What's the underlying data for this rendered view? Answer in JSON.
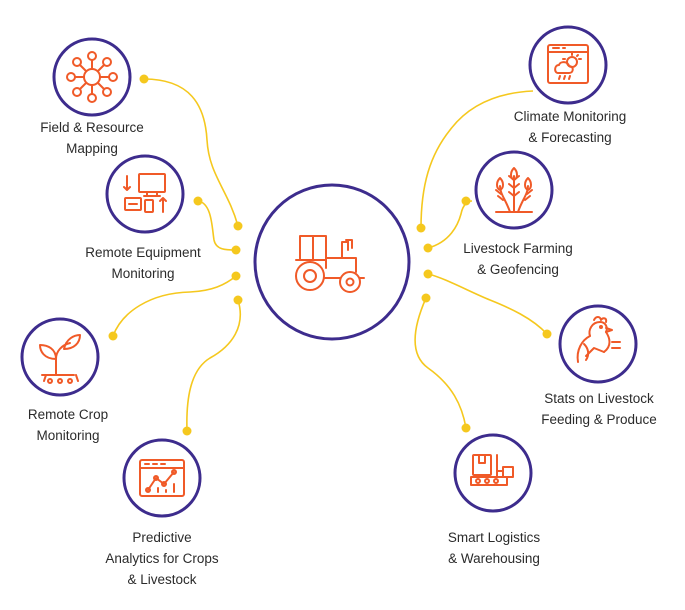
{
  "colors": {
    "ring": "#3d2c8d",
    "icon": "#f05a28",
    "connector": "#f5c81e",
    "text": "#2b2b2b"
  },
  "hub": {
    "icon": "tractor-icon"
  },
  "nodes": [
    {
      "id": "field-resource-mapping",
      "icon": "network-hub-icon",
      "label": [
        "Field & Resource",
        "Mapping"
      ]
    },
    {
      "id": "remote-equipment-monitoring",
      "icon": "monitor-devices-icon",
      "label": [
        "Remote Equipment",
        "Monitoring"
      ]
    },
    {
      "id": "remote-crop-monitoring",
      "icon": "sprout-icon",
      "label": [
        "Remote Crop",
        "Monitoring"
      ]
    },
    {
      "id": "predictive-analytics",
      "icon": "analytics-chart-icon",
      "label": [
        "Predictive",
        "Analytics for Crops",
        "& Livestock"
      ]
    },
    {
      "id": "climate-monitoring",
      "icon": "weather-window-icon",
      "label": [
        "Climate Monitoring",
        "& Forecasting"
      ]
    },
    {
      "id": "livestock-farming",
      "icon": "wheat-icon",
      "label": [
        "Livestock Farming",
        "& Geofencing"
      ]
    },
    {
      "id": "livestock-stats",
      "icon": "rooster-icon",
      "label": [
        "Stats on Livestock",
        "Feeding & Produce"
      ]
    },
    {
      "id": "smart-logistics",
      "icon": "forklift-icon",
      "label": [
        "Smart Logistics",
        "& Warehousing"
      ]
    }
  ]
}
